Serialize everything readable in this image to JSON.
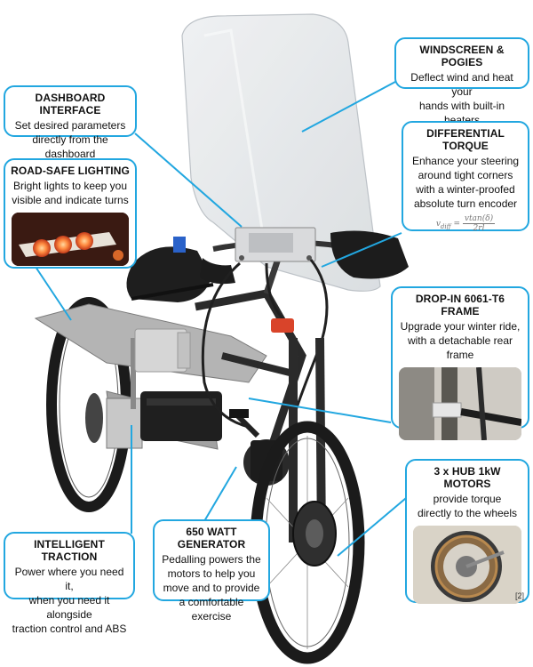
{
  "callouts": {
    "windscreen": {
      "title": "WINDSCREEN & POGIES",
      "lines": [
        "Deflect wind and heat your",
        "hands with built-in heaters"
      ]
    },
    "dashboard": {
      "title": "DASHBOARD INTERFACE",
      "lines": [
        "Set desired parameters",
        "directly from the dashboard"
      ]
    },
    "differential": {
      "title": "DIFFERENTIAL TORQUE",
      "lines": [
        "Enhance your steering",
        "around tight corners",
        "with a winter-proofed",
        "absolute turn encoder"
      ]
    },
    "lighting": {
      "title": "ROAD-SAFE LIGHTING",
      "lines": [
        "Bright lights to keep you",
        "visible and indicate turns"
      ]
    },
    "frame": {
      "title": "DROP-IN 6061-T6 FRAME",
      "lines": [
        "Upgrade your winter ride,",
        "with a detachable rear frame"
      ]
    },
    "motors": {
      "title": "3 x HUB 1kW MOTORS",
      "lines": [
        "provide torque",
        "directly to the wheels"
      ]
    },
    "traction": {
      "title": "INTELLIGENT TRACTION",
      "lines": [
        "Power where you need it,",
        "when you need it alongside",
        "traction control and ABS"
      ]
    },
    "generator": {
      "title": "650 WATT GENERATOR",
      "lines": [
        "Pedalling powers the",
        "motors to help you",
        "move and to provide",
        "a comfortable exercise"
      ]
    }
  },
  "formula": {
    "lhs": "v",
    "sub": "diff",
    "num": "vtan(δ)",
    "den": "2rl"
  },
  "reference": "[2]",
  "colors": {
    "accent": "#22a7e0",
    "frame": "#a9a9a9",
    "tire": "#1b1b1b",
    "seat": "#1e1e1e"
  }
}
